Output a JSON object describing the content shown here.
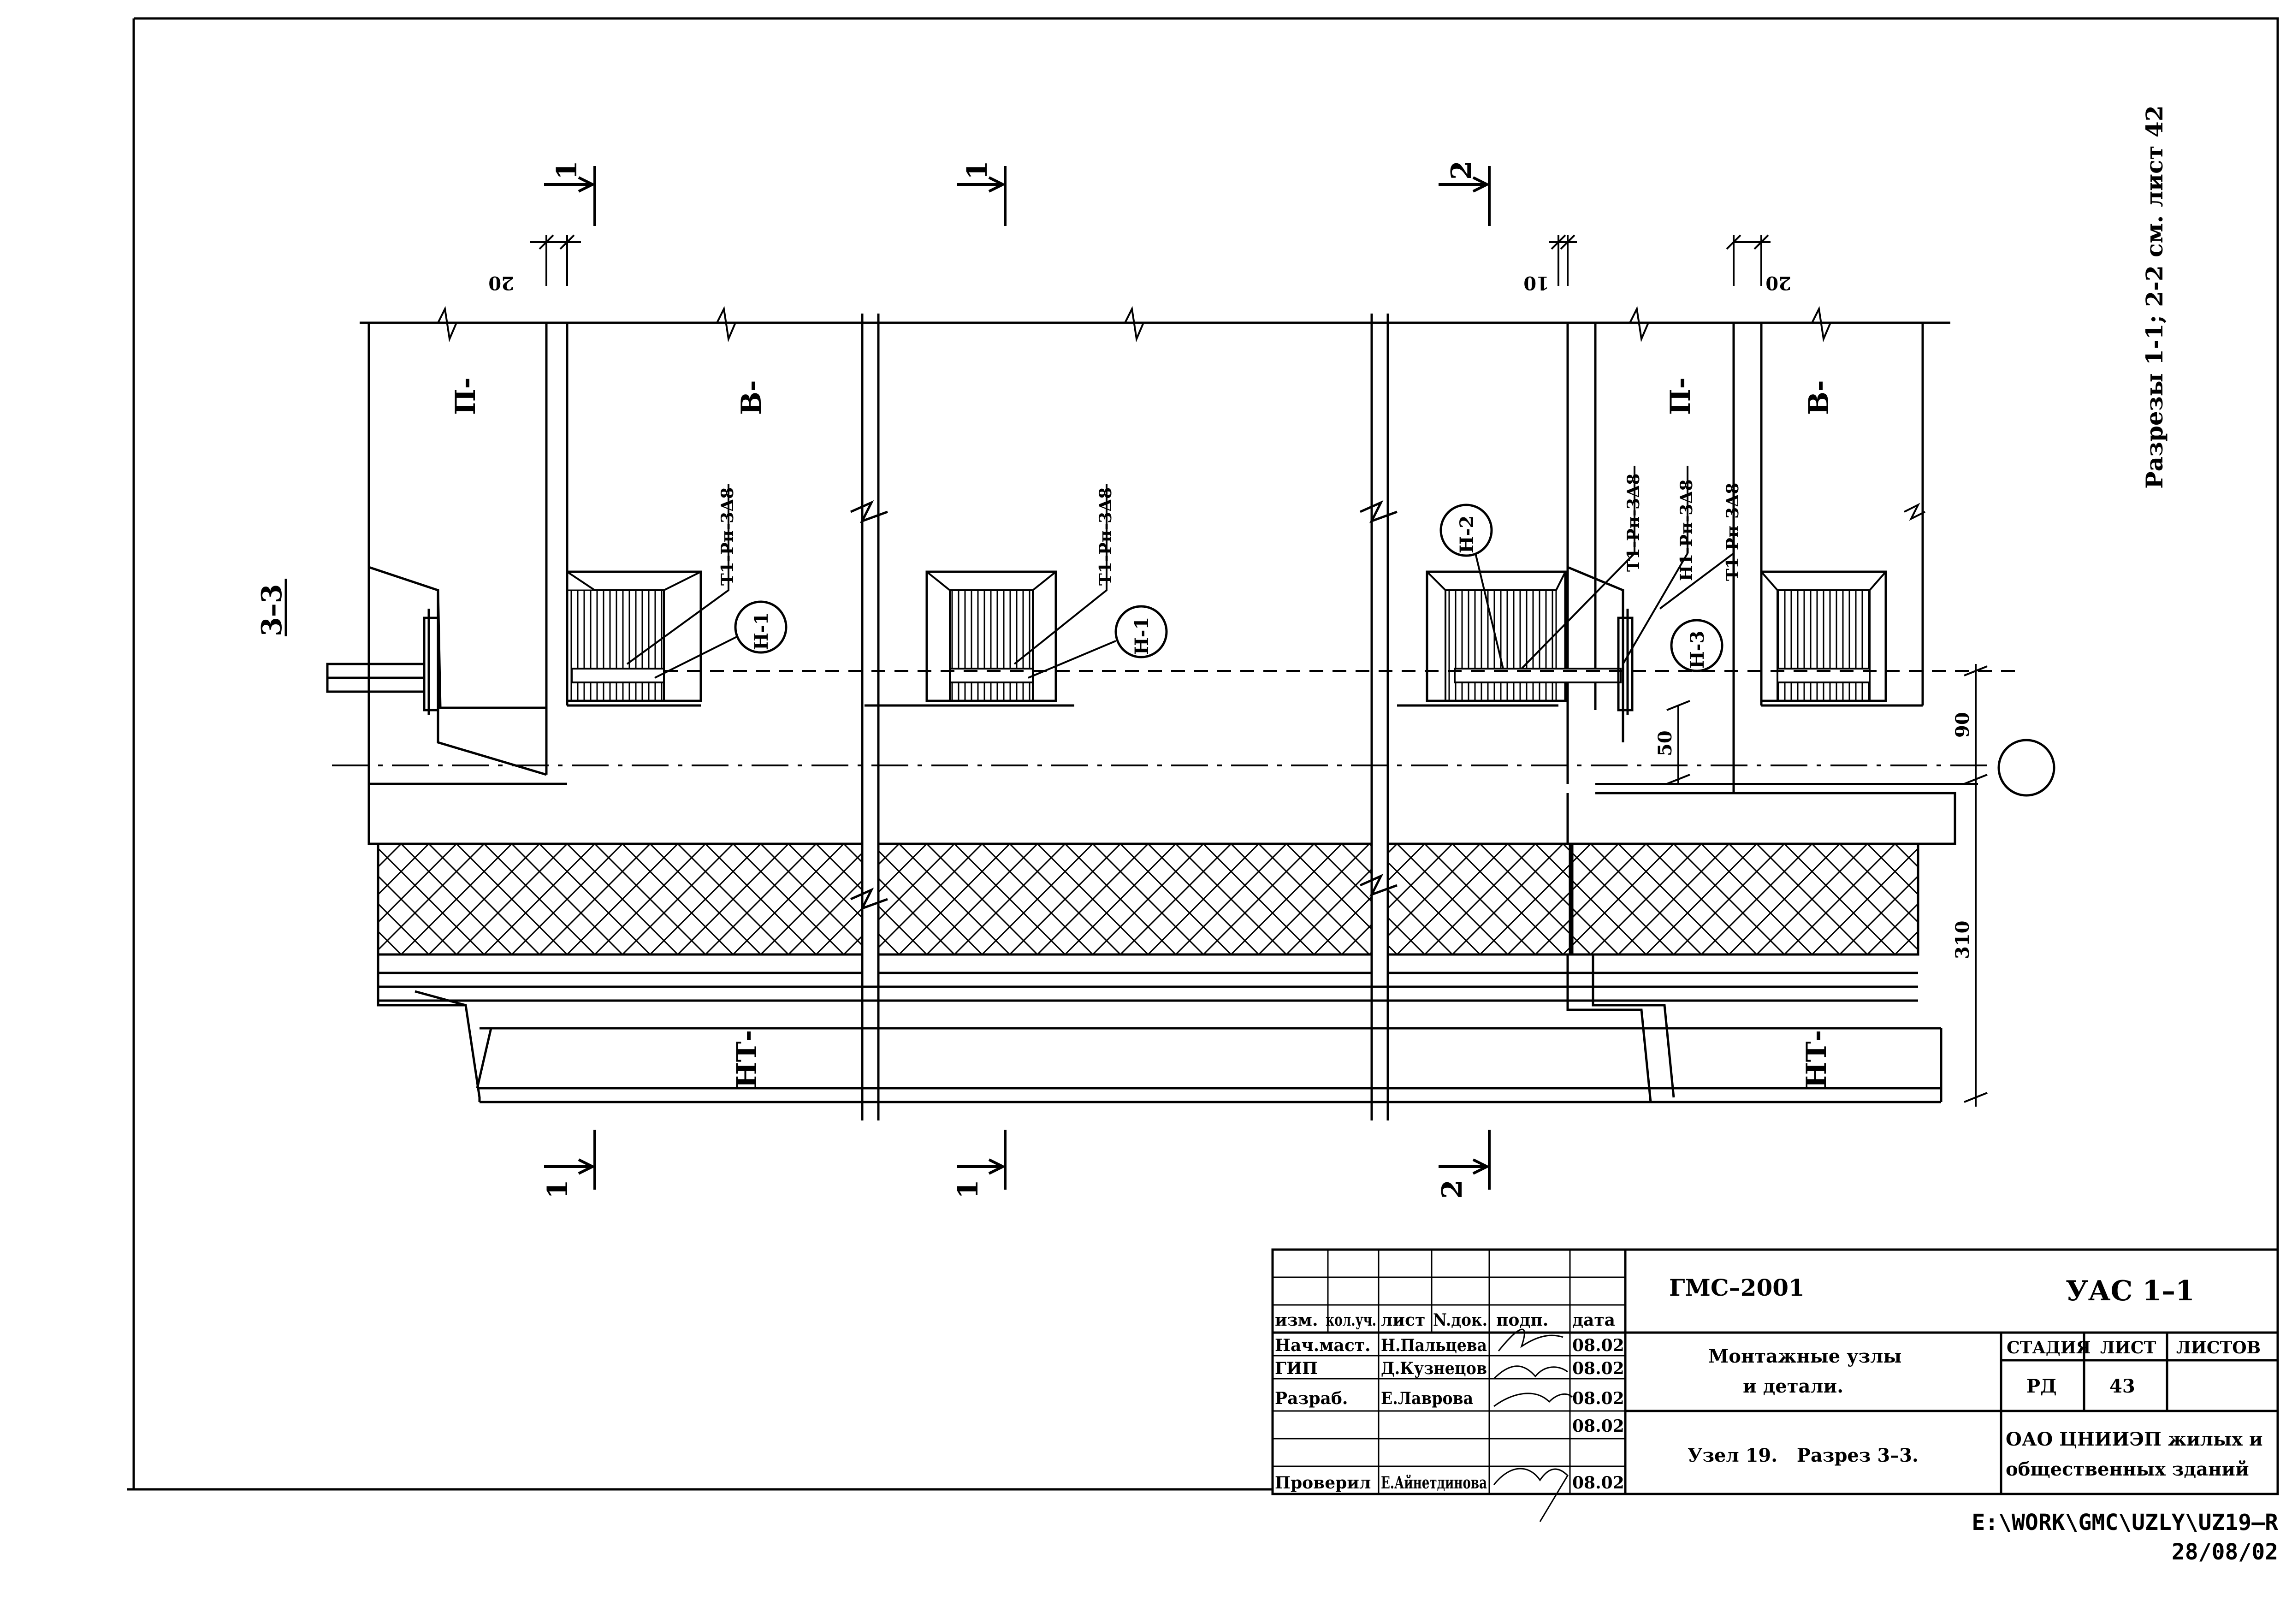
{
  "drawing": {
    "section_title": "3–3",
    "side_note": "Разрезы 1-1; 2-2 см. лист 42",
    "cut_marks": {
      "cut1": "1",
      "cut2": "2"
    },
    "dims": {
      "d20": "20",
      "d10": "10",
      "d90": "90",
      "d50": "50",
      "d310": "310"
    },
    "panel_labels": {
      "p": "П-",
      "v": "В-",
      "nt": "НТ-"
    },
    "nodes": {
      "n1": "Н-1",
      "n2": "Н-2",
      "n3": "Н-3"
    },
    "weld_labels": {
      "t1": "Т1-Рп-3Δ8",
      "h1": "Н1-Рп-3Δ8"
    }
  },
  "title_block": {
    "headers": {
      "izm": "изм.",
      "kolych": "кол.уч.",
      "list": "лист",
      "ndok": "N.док.",
      "podp": "подп.",
      "data": "дата"
    },
    "staff": [
      {
        "role": "Нач.маст.",
        "name": "Н.Пальцева",
        "date": "08.02"
      },
      {
        "role": "ГИП",
        "name": "Д.Кузнецов",
        "date": "08.02"
      },
      {
        "role": "Разраб.",
        "name": "Е.Лаврова",
        "date": "08.02"
      },
      {
        "role": "",
        "name": "",
        "date": "08.02"
      },
      {
        "role": "Проверил",
        "name": "Е.Айнетдинова",
        "date": "08.02"
      }
    ],
    "project_code": "ГМС–2001",
    "doc_code": "УАС 1–1",
    "title_line1": "Монтажные узлы",
    "title_line2": "и детали.",
    "subtitle": "Узел 19.   Разрез 3–3.",
    "stage_header": "СТАДИЯ",
    "sheet_header": "ЛИСТ",
    "sheets_header": "ЛИСТОВ",
    "stage": "РД",
    "sheet": "43",
    "sheets": "",
    "org_line1": "ОАО ЦНИИЭП жилых и",
    "org_line2": "общественных зданий"
  },
  "file_path": "E:\\WORK\\GMC\\UZLY\\UZ19–R",
  "file_date": "28/08/02"
}
